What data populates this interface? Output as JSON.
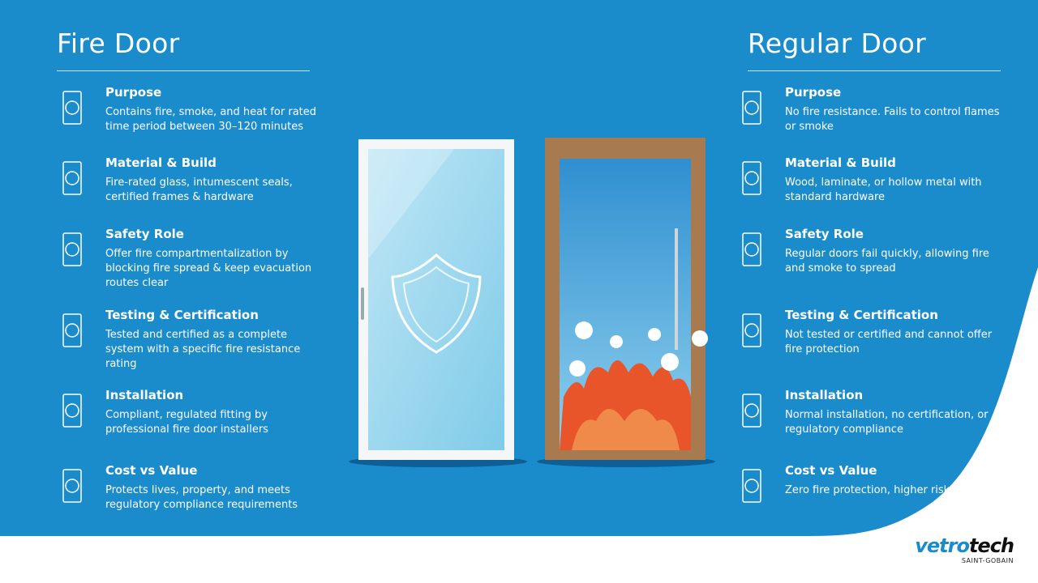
{
  "left": {
    "title": "Fire Door",
    "items": [
      {
        "icon": "door-glass-icon",
        "title": "Purpose",
        "text": "Contains fire, smoke, and heat for rated time period between 30–120 minutes"
      },
      {
        "icon": "shield-check-icon",
        "title": "Material & Build",
        "text": "Fire-rated glass, intumescent seals, certified frames & hardware"
      },
      {
        "icon": "fire-person-icon",
        "title": "Safety Role",
        "text": "Offer fire compartmentalization by blocking fire spread & keep evacuation routes clear"
      },
      {
        "icon": "certificate-badge-icon",
        "title": "Testing & Certification",
        "text": "Tested and certified as a complete system with a specific fire resistance rating"
      },
      {
        "icon": "installer-icon",
        "title": "Installation",
        "text": "Compliant, regulated fitting by professional fire door installers"
      },
      {
        "icon": "rupee-shield-icon",
        "title": "Cost vs Value",
        "text": "Protects lives, property, and meets regulatory compliance requirements"
      }
    ]
  },
  "right": {
    "title": "Regular Door",
    "items": [
      {
        "icon": "door-flame-icon",
        "title": "Purpose",
        "text": "No fire resistance. Fails to control flames or smoke"
      },
      {
        "icon": "flame-icon",
        "title": "Material & Build",
        "text": "Wood, laminate, or hollow metal with standard hardware"
      },
      {
        "icon": "fire-running-person-icon",
        "title": "Safety Role",
        "text": "Regular doors fail quickly, allowing fire and smoke to spread"
      },
      {
        "icon": "no-certificate-icon",
        "title": "Testing & Certification",
        "text": "Not tested or certified and cannot offer fire protection"
      },
      {
        "icon": "installer-warning-icon",
        "title": "Installation",
        "text": "Normal installation, no certification, or regulatory compliance"
      },
      {
        "icon": "rupee-flame-icon",
        "title": "Cost vs Value",
        "text": "Zero fire protection, higher risk"
      }
    ]
  },
  "logo": {
    "brand_a": "vetro",
    "brand_b": "tech",
    "sub": "SAINT-GOBAIN"
  },
  "colors": {
    "blue": "#1a8ccc",
    "fire": "#e8552b"
  }
}
